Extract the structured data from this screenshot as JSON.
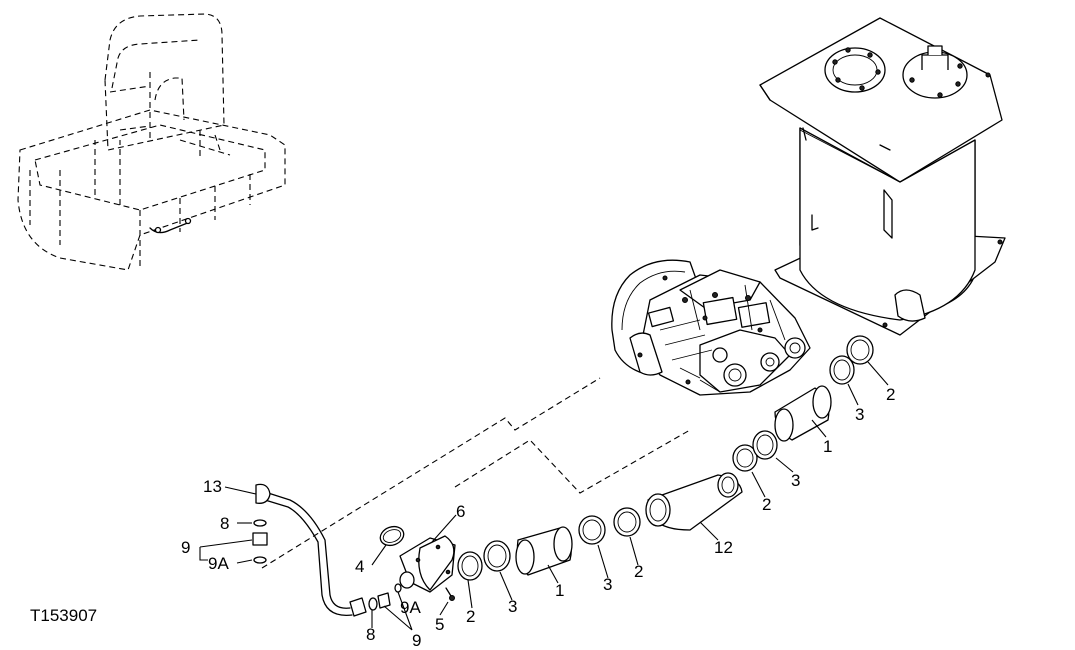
{
  "figure_id": "T153907",
  "callouts": {
    "c13": "13",
    "c8a": "8",
    "c9a": "9",
    "c9Aa": "9A",
    "c4": "4",
    "c6": "6",
    "c8b": "8",
    "c9Ab": "9A",
    "c9b": "9",
    "c5": "5",
    "c2a": "2",
    "c3a": "3",
    "c1a": "1",
    "c3b": "3",
    "c2b": "2",
    "c12": "12",
    "c2c": "2",
    "c3c": "3",
    "c1b": "1",
    "c3d": "3",
    "c2d": "2"
  }
}
